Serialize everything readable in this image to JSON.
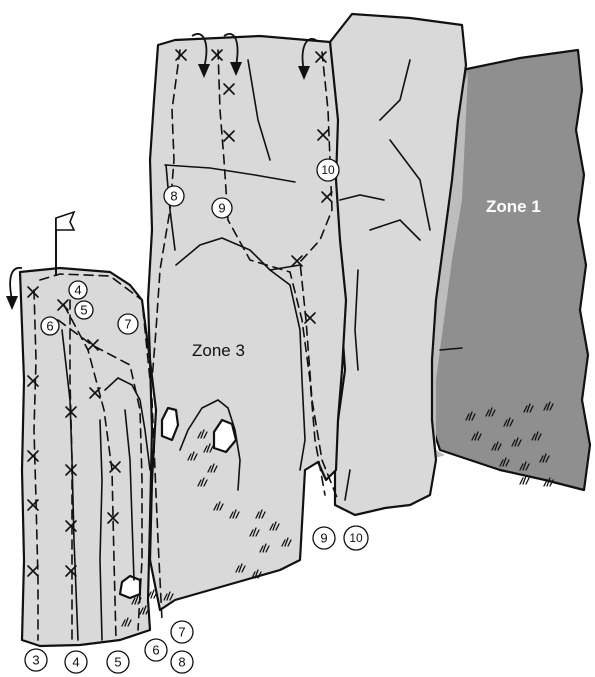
{
  "zones": [
    {
      "id": "zone-1",
      "label": "Zone 1"
    },
    {
      "id": "zone-3",
      "label": "Zone 3"
    }
  ],
  "route_numbers": {
    "r3": "3",
    "r4_base": "4",
    "r5_base": "5",
    "r6_base": "6",
    "r7_base": "7",
    "r8_base": "8",
    "r9_base": "9",
    "r10_base": "10",
    "r4_top": "4",
    "r5_top": "5",
    "r6_top": "6",
    "r7_top": "7",
    "r8_top": "8",
    "r9_top": "9",
    "r10_top": "10"
  },
  "colors": {
    "rock_light": "#d9d9d9",
    "rock_dark": "#8f8f8f",
    "outline": "#111111"
  }
}
